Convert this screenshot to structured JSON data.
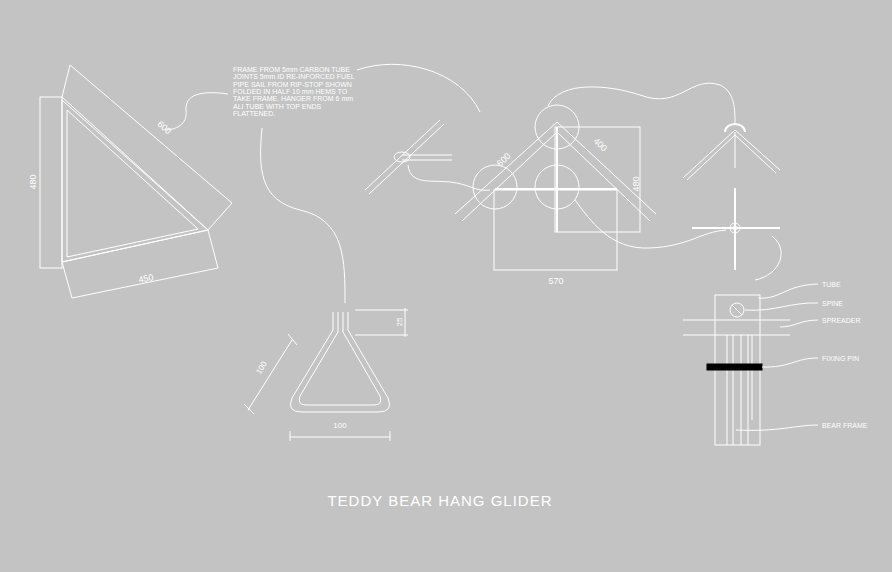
{
  "diagram": {
    "title": "TEDDY BEAR HANG GLIDER",
    "labels": [
      "480",
      "600",
      "450",
      "FRAME FROM 5mm CARBON TUBE JOINTS 5mm ID RE-INFORCED FUEL PIPE SAIL FROM RIP-STOP SHOWN FOLDED IN HALF 10 mm HEMS TO TAKE FRAME. HANGER FROM 6 mm ALI TUBE WITH TOP ENDS FLATTENED.",
      "400",
      "600",
      "480",
      "570",
      "25",
      "100",
      "100",
      "TUBE",
      "SPINE",
      "SPREADER",
      "FIXING PIN",
      "BEAR FRAME"
    ]
  }
}
